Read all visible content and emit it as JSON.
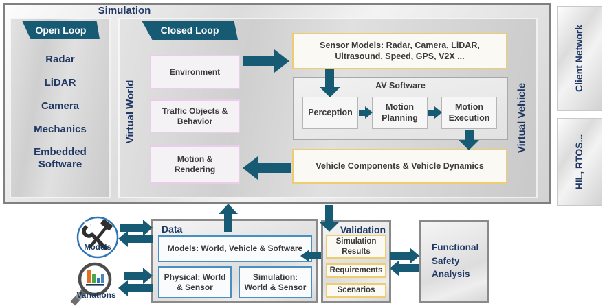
{
  "colors": {
    "accent_teal": "#165a74",
    "navy_text": "#1f3864",
    "yellow_border": "#eecd72",
    "pink_border": "#eacdea",
    "blue_border": "#4a8fc0",
    "gray_border": "#8a8a8a"
  },
  "icons": {
    "models": "crossed-tools-icon",
    "variations": "magnifier-bar-chart-icon"
  },
  "simulation": {
    "title": "Simulation",
    "open_loop": {
      "banner": "Open Loop",
      "items": [
        "Radar",
        "LiDAR",
        "Camera",
        "Mechanics",
        "Embedded Software"
      ]
    },
    "closed_loop": {
      "banner": "Closed Loop",
      "virtual_world": "Virtual World",
      "virtual_vehicle": "Virtual Vehicle",
      "boxes": {
        "environment": "Environment",
        "traffic": "Traffic Objects & Behavior",
        "motion_rendering": "Motion & Rendering"
      },
      "sensor_models": "Sensor Models: Radar, Camera, LiDAR, Ultrasound, Speed, GPS, V2X ...",
      "av_software": {
        "title": "AV Software",
        "perception": "Perception",
        "motion_planning": "Motion Planning",
        "motion_execution": "Motion Execution"
      },
      "vehicle_components": "Vehicle Components & Vehicle Dynamics"
    }
  },
  "side_panels": {
    "client_network": "Client Network",
    "hil_rtos": "HIL, RTOS..."
  },
  "bottom": {
    "models_label": "Models",
    "variations_label": "Variations",
    "data": {
      "title": "Data",
      "models": "Models: World, Vehicle & Software",
      "physical": "Physical: World & Sensor",
      "simulation": "Simulation: World & Sensor"
    },
    "validation": {
      "title": "Validation",
      "items": [
        "Simulation Results",
        "Requirements",
        "Scenarios"
      ]
    },
    "functional_safety": "Functional Safety Analysis"
  }
}
